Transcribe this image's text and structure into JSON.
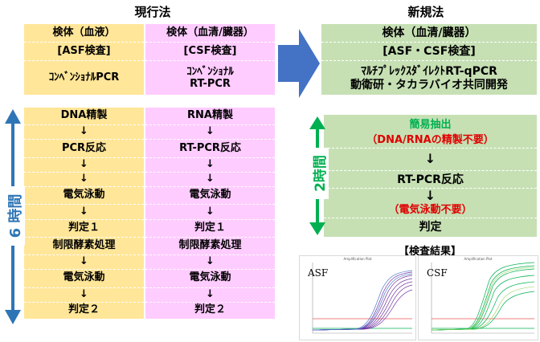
{
  "headers": {
    "current": "現行法",
    "new": "新規法"
  },
  "current": {
    "asf_top": [
      "検体（血液）",
      "[ASF検査]",
      "ｺﾝﾍﾞﾝｼｮﾅﾙPCR"
    ],
    "csf_top": [
      "検体（血清/臓器）",
      "[CSF検査]",
      "ｺﾝﾍﾞﾝｼｮﾅﾙ",
      "RT-PCR"
    ],
    "asf_steps": [
      "DNA精製",
      "↓",
      "PCR反応",
      "↓",
      "↓",
      "電気泳動",
      "↓",
      "判定１",
      "制限酵素処理",
      "↓",
      "電気泳動",
      "↓",
      "判定２"
    ],
    "csf_steps": [
      "RNA精製",
      "↓",
      "RT-PCR反応",
      "↓",
      "↓",
      "電気泳動",
      "↓",
      "判定１",
      "制限酵素処理",
      "↓",
      "電気泳動",
      "↓",
      "判定２"
    ],
    "time_label": "6 時間"
  },
  "new": {
    "top": [
      "検体（血清/臓器）",
      "[ASF・CSF検査]",
      "ﾏﾙﾁﾌﾟﾚｯｸｽﾀﾞｲﾚｸﾄRT-qPCR",
      "動衛研・タカラバイオ共同開発"
    ],
    "step1": "簡易抽出",
    "step1_note": "（DNA/RNAの精製不要）",
    "arrow": "↓",
    "step2": "RT-PCR反応",
    "note2": "（電気泳動不要）",
    "step3": "判定",
    "time_label": "2時間"
  },
  "results": {
    "title": "【検査結果】",
    "chart_title": "Amplification Plot",
    "asf_label": "ASF",
    "csf_label": "CSF"
  },
  "colors": {
    "yellow": "#ffe699",
    "pink": "#ffccff",
    "green_box": "#c6e0b4",
    "blue": "#4472c4",
    "green": "#00b050",
    "red": "#e00000"
  }
}
